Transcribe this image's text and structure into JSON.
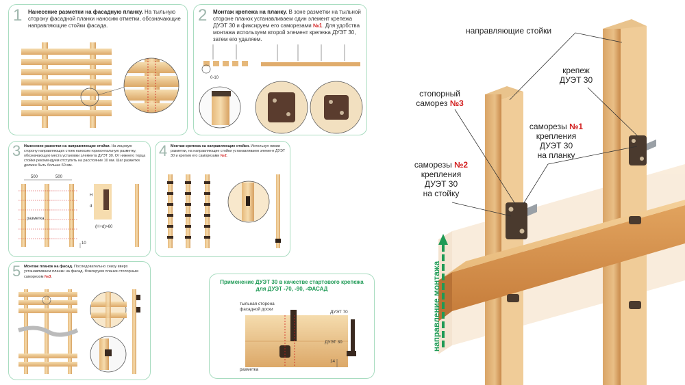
{
  "panel1": {
    "number": "1",
    "title": "Нанесение разметки на фасадную планку.",
    "text": " На тыльную сторону фасадной планки наносим отметки, обозначающие направляющие стойки фасада."
  },
  "panel2": {
    "number": "2",
    "title": "Монтаж крепежа на планку.",
    "text_a": " В зоне разметки на тыльной стороне планок устанавливаем один элемент крепежа ДУЭТ 30 и фиксируем его саморезами ",
    "red": "№1",
    "text_b": ". Для удобства монтажа используем второй элемент крепежа ДУЭТ 30, затем его удаляем.",
    "dim": "0-10"
  },
  "panel3": {
    "number": "3",
    "title": "Нанесение разметки на направляющие стойки.",
    "text": " На лицевую сторону направляющих стоек наносим горизонтальную разметку, обозначающую места установки элемента ДУЭТ 30. От нижнего торца стойки рекомендуем отступить на расстояние 10 мм. Шаг разметки должен быть больше 60 мм.",
    "dim1": "500",
    "dim2": "500",
    "mark": "разметка",
    "formula": "(H+d)>60",
    "h": "H",
    "d": "d",
    "bottom": "10"
  },
  "panel4": {
    "number": "4",
    "title": "Монтаж крепежа на направляющие стойки.",
    "text_a": " Используя линии разметки, на направляющие стойки устанавливаем элемент ДУЭТ 30 и крепим его саморезами ",
    "red": "№2",
    "text_b": "."
  },
  "panel5": {
    "number": "5",
    "title": "Монтаж планок на фасад.",
    "text_a": " Последовательно снизу вверх устанавливаем планки на фасад. Фиксируем планки стопорным саморезом ",
    "red": "№3",
    "text_b": "."
  },
  "panel6": {
    "title_line1": "Применение ДУЭТ 30 в качестве стартового крепежа",
    "title_line2": "для ДУЭТ -70, -90, -ФАСАД",
    "back_label": "тыльная сторона фасадной доски",
    "mark_label": "разметка",
    "duet70": "ДУЭТ 70",
    "duet30": "ДУЭТ 30",
    "dim14": "14"
  },
  "main": {
    "guides": "направляющие стойки",
    "fastener_line1": "крепеж",
    "fastener_line2": "ДУЭТ 30",
    "stop_line1": "стопорный",
    "stop_line2": "саморез ",
    "stop_red": "№3",
    "s1_line1": "саморезы ",
    "s1_red": "№1",
    "s1_line2": "крепления",
    "s1_line3": "ДУЭТ 30",
    "s1_line4": "на планку",
    "s2_line1": "саморезы ",
    "s2_red": "№2",
    "s2_line2": "крепления",
    "s2_line3": "ДУЭТ 30",
    "s2_line4": "на стойку",
    "direction": "направление монтажа"
  },
  "colors": {
    "wood_light": "#f3d4a2",
    "wood_mid": "#e4b376",
    "wood_dark": "#c88a48",
    "panel_border": "#a8dcc0",
    "accent_red": "#d21d1d",
    "arrow_green": "#1e9a55",
    "fastener": "#4a3a2e"
  }
}
